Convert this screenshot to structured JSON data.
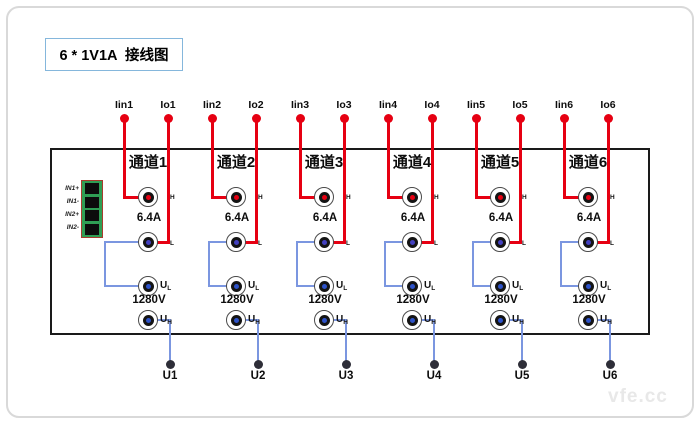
{
  "title": "6 * 1V1A  接线图",
  "watermark": "vfe.cc",
  "connector": {
    "pin_labels": [
      "IN1+",
      "IN1-",
      "IN2+",
      "IN2-"
    ]
  },
  "terminal_labels": {
    "ih": "H",
    "il": "L",
    "u": "U",
    "ul": "L",
    "uh": "H"
  },
  "colors": {
    "current_wire": "#e60012",
    "voltage_wire": "#7b96e0",
    "connector_green": "#2f9e54",
    "title_border": "#85b7dc"
  },
  "channels": [
    {
      "name": "通道1",
      "iin": "Iin1",
      "io": "Io1",
      "current": "6.4A",
      "voltage": "1280V",
      "u": "U1"
    },
    {
      "name": "通道2",
      "iin": "Iin2",
      "io": "Io2",
      "current": "6.4A",
      "voltage": "1280V",
      "u": "U2"
    },
    {
      "name": "通道3",
      "iin": "Iin3",
      "io": "Io3",
      "current": "6.4A",
      "voltage": "1280V",
      "u": "U3"
    },
    {
      "name": "通道4",
      "iin": "Iin4",
      "io": "Io4",
      "current": "6.4A",
      "voltage": "1280V",
      "u": "U4"
    },
    {
      "name": "通道5",
      "iin": "Iin5",
      "io": "Io5",
      "current": "6.4A",
      "voltage": "1280V",
      "u": "U5"
    },
    {
      "name": "通道6",
      "iin": "Iin6",
      "io": "Io6",
      "current": "6.4A",
      "voltage": "1280V",
      "u": "U6"
    }
  ]
}
